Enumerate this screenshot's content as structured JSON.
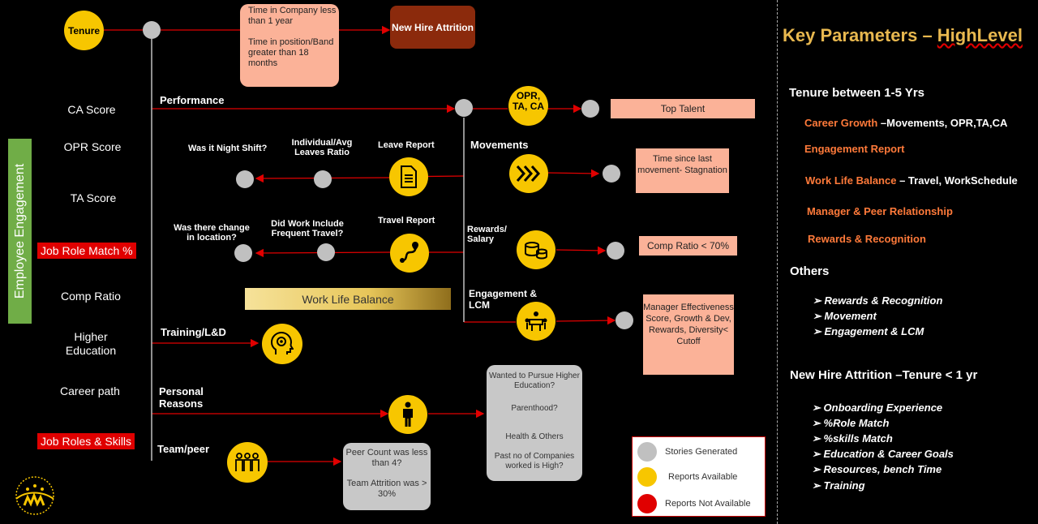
{
  "left_labels": [
    {
      "text": "CA Score",
      "red": false
    },
    {
      "text": "OPR Score",
      "red": false
    },
    {
      "text": "TA Score",
      "red": false
    },
    {
      "text": "Job Role Match %",
      "red": true
    },
    {
      "text": "Comp Ratio",
      "red": false
    },
    {
      "text": "Higher Education",
      "red": false
    },
    {
      "text": "Career path",
      "red": false
    },
    {
      "text": "Job Roles & Skills",
      "red": true
    }
  ],
  "engagement_bar": "Employee Engagement",
  "tenure": "Tenure",
  "tenure_box": "Time in Company less than 1 year\n\nTime in position/Band greater than 18 months",
  "new_hire_box": "New Hire Attrition",
  "branches": {
    "performance": "Performance",
    "training": "Training/L&D",
    "personal": "Personal Reasons",
    "team": "Team/peer"
  },
  "leave": {
    "title": "Leave Report",
    "ratio": "Individual/Avg Leaves Ratio",
    "night": "Was it Night Shift?"
  },
  "travel": {
    "title": "Travel Report",
    "frequent": "Did Work Include Frequent Travel?",
    "location": "Was there change in location?"
  },
  "work_life": "Work Life Balance",
  "opr_circle": "OPR, TA, CA",
  "top_talent": "Top Talent",
  "movements": {
    "title": "Movements",
    "box": "Time since last movement- Stagnation"
  },
  "rewards": {
    "title": "Rewards/ Salary",
    "box": "Comp Ratio < 70%"
  },
  "engagement": {
    "title": "Engagement & LCM",
    "box": "Manager Effectiveness Score, Growth & Dev, Rewards, Diversity< Cutoff"
  },
  "personal_box": [
    "Wanted to Pursue Higher Education?",
    "Parenthood?",
    "Health & Others",
    "Past no of Companies worked is High?"
  ],
  "peer_box": [
    "Peer Count was less than 4?",
    "Team Attrition was > 30%"
  ],
  "legend": [
    {
      "label": "Stories Generated",
      "color": "#c0c0c0"
    },
    {
      "label": "Reports Available",
      "color": "#f7c600"
    },
    {
      "label": "Reports Not Available",
      "color": "#e00000"
    }
  ],
  "right": {
    "title_a": "Key Parameters – ",
    "title_b": "HighLevel",
    "tenure_head": "Tenure between 1-5  Yrs",
    "items": [
      {
        "orange": "Career Growth",
        "white": " –Movements, OPR,TA,CA"
      },
      {
        "orange": "Engagement Report",
        "white": ""
      },
      {
        "orange": "Work Life Balance",
        "white": " – Travel, WorkSchedule"
      },
      {
        "orange": "Manager & Peer Relationship",
        "white": ""
      },
      {
        "orange": "Rewards & Recognition",
        "white": ""
      }
    ],
    "others_head": "Others",
    "others": [
      "Rewards & Recognition",
      "Movement",
      "Engagement & LCM"
    ],
    "newhire_head": "New Hire  Attrition –Tenure < 1 yr",
    "newhire": [
      "Onboarding Experience",
      "%Role Match",
      "%skills Match",
      "Education & Career Goals",
      "Resources, bench Time",
      "Training"
    ]
  },
  "colors": {
    "gray": "#c0c0c0",
    "yellow": "#f7c600",
    "red": "#e00000",
    "salmon": "#fbb298",
    "brown": "#8b2a0c",
    "green": "#70ad47"
  }
}
